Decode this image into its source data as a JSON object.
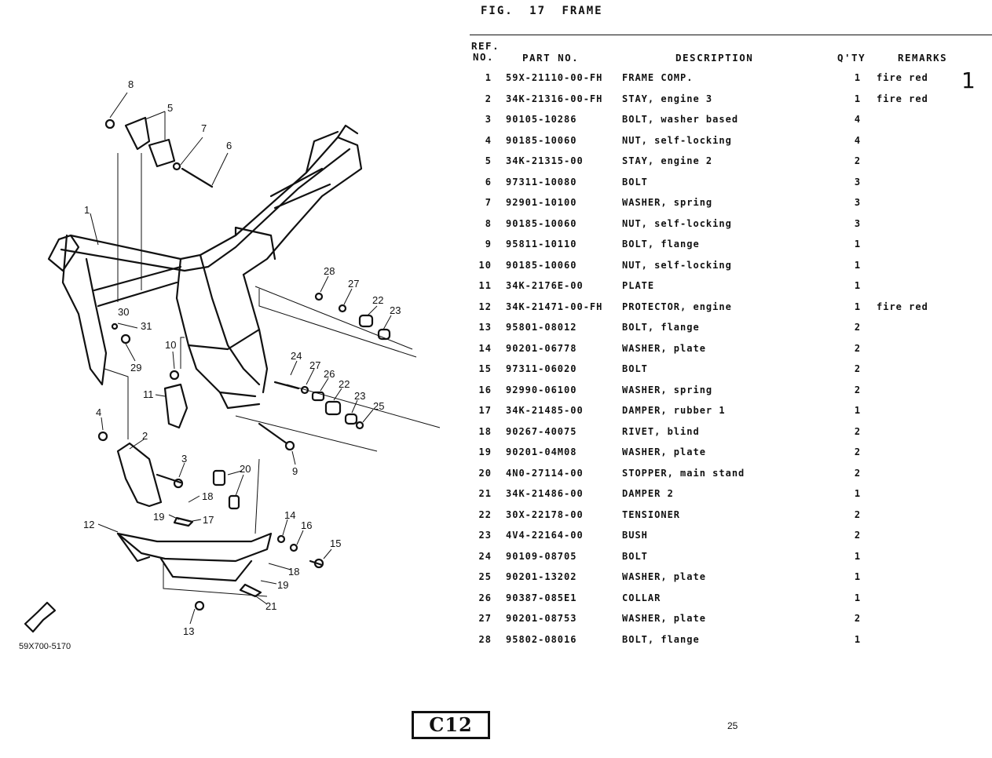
{
  "header": {
    "figure": "FIG. 17",
    "title": "FRAME",
    "col_ref": "REF.",
    "col_no": "NO.",
    "col_part": "PART NO.",
    "col_desc": "DESCRIPTION",
    "col_qty": "Q'TY",
    "col_remarks": "REMARKS"
  },
  "corner_mark": "1",
  "diagram_code": "59X700-5170",
  "page_box": "C12",
  "page_number": "25",
  "callouts": [
    "8",
    "5",
    "7",
    "6",
    "1",
    "28",
    "27",
    "22",
    "23",
    "30",
    "31",
    "29",
    "10",
    "24",
    "27",
    "26",
    "22",
    "23",
    "25",
    "11",
    "4",
    "2",
    "3",
    "20",
    "18",
    "19",
    "17",
    "12",
    "14",
    "16",
    "15",
    "18",
    "19",
    "21",
    "13",
    "9"
  ],
  "parts": [
    {
      "no": "1",
      "part": "59X-21110-00-FH",
      "desc": "FRAME COMP.",
      "qty": "1",
      "remarks": "fire red"
    },
    {
      "no": "2",
      "part": "34K-21316-00-FH",
      "desc": "STAY, engine 3",
      "qty": "1",
      "remarks": "fire red"
    },
    {
      "no": "3",
      "part": "90105-10286",
      "desc": "BOLT, washer based",
      "qty": "4",
      "remarks": ""
    },
    {
      "no": "4",
      "part": "90185-10060",
      "desc": "NUT, self-locking",
      "qty": "4",
      "remarks": ""
    },
    {
      "no": "5",
      "part": "34K-21315-00",
      "desc": "STAY, engine 2",
      "qty": "2",
      "remarks": ""
    },
    {
      "no": "6",
      "part": "97311-10080",
      "desc": "BOLT",
      "qty": "3",
      "remarks": ""
    },
    {
      "no": "7",
      "part": "92901-10100",
      "desc": "WASHER, spring",
      "qty": "3",
      "remarks": ""
    },
    {
      "no": "8",
      "part": "90185-10060",
      "desc": "NUT, self-locking",
      "qty": "3",
      "remarks": ""
    },
    {
      "no": "9",
      "part": "95811-10110",
      "desc": "BOLT, flange",
      "qty": "1",
      "remarks": ""
    },
    {
      "no": "10",
      "part": "90185-10060",
      "desc": "NUT, self-locking",
      "qty": "1",
      "remarks": ""
    },
    {
      "no": "11",
      "part": "34K-2176E-00",
      "desc": "PLATE",
      "qty": "1",
      "remarks": ""
    },
    {
      "no": "12",
      "part": "34K-21471-00-FH",
      "desc": "PROTECTOR, engine",
      "qty": "1",
      "remarks": "fire red"
    },
    {
      "no": "13",
      "part": "95801-08012",
      "desc": "BOLT, flange",
      "qty": "2",
      "remarks": ""
    },
    {
      "no": "14",
      "part": "90201-06778",
      "desc": "WASHER, plate",
      "qty": "2",
      "remarks": ""
    },
    {
      "no": "15",
      "part": "97311-06020",
      "desc": "BOLT",
      "qty": "2",
      "remarks": ""
    },
    {
      "no": "16",
      "part": "92990-06100",
      "desc": "WASHER, spring",
      "qty": "2",
      "remarks": ""
    },
    {
      "no": "17",
      "part": "34K-21485-00",
      "desc": "DAMPER, rubber 1",
      "qty": "1",
      "remarks": ""
    },
    {
      "no": "18",
      "part": "90267-40075",
      "desc": "RIVET, blind",
      "qty": "2",
      "remarks": ""
    },
    {
      "no": "19",
      "part": "90201-04M08",
      "desc": "WASHER, plate",
      "qty": "2",
      "remarks": ""
    },
    {
      "no": "20",
      "part": "4N0-27114-00",
      "desc": "STOPPER, main stand",
      "qty": "2",
      "remarks": ""
    },
    {
      "no": "21",
      "part": "34K-21486-00",
      "desc": "DAMPER 2",
      "qty": "1",
      "remarks": ""
    },
    {
      "no": "22",
      "part": "30X-22178-00",
      "desc": "TENSIONER",
      "qty": "2",
      "remarks": ""
    },
    {
      "no": "23",
      "part": "4V4-22164-00",
      "desc": "BUSH",
      "qty": "2",
      "remarks": ""
    },
    {
      "no": "24",
      "part": "90109-08705",
      "desc": "BOLT",
      "qty": "1",
      "remarks": ""
    },
    {
      "no": "25",
      "part": "90201-13202",
      "desc": "WASHER, plate",
      "qty": "1",
      "remarks": ""
    },
    {
      "no": "26",
      "part": "90387-085E1",
      "desc": "COLLAR",
      "qty": "1",
      "remarks": ""
    },
    {
      "no": "27",
      "part": "90201-08753",
      "desc": "WASHER, plate",
      "qty": "2",
      "remarks": ""
    },
    {
      "no": "28",
      "part": "95802-08016",
      "desc": "BOLT, flange",
      "qty": "1",
      "remarks": ""
    }
  ]
}
